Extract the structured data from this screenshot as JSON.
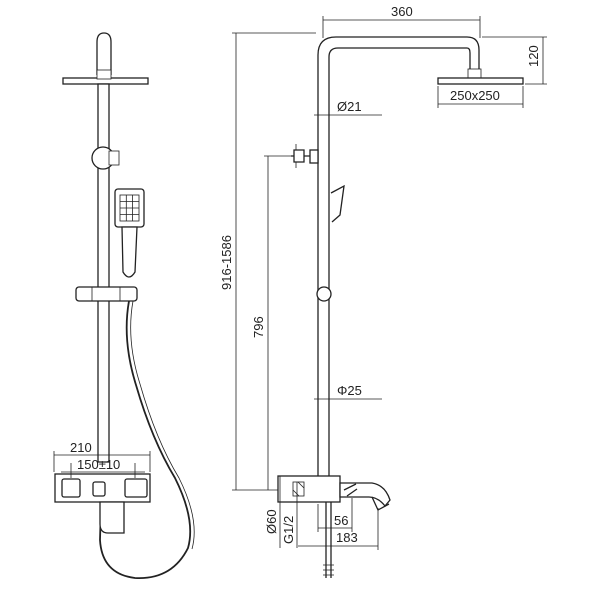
{
  "drawing": {
    "dimensions": {
      "arm_length": "360",
      "head_height": "120",
      "head_size": "250x250",
      "riser_upper_diameter": "Ø21",
      "riser_lower_diameter": "Φ25",
      "overall_height": "916-1586",
      "outlet_height": "796",
      "mixer_width": "210",
      "inlet_spacing": "150±10",
      "inlet_diameter": "Ø60",
      "thread_size": "G1/2",
      "spout_offset": "56",
      "spout_length": "183"
    }
  }
}
